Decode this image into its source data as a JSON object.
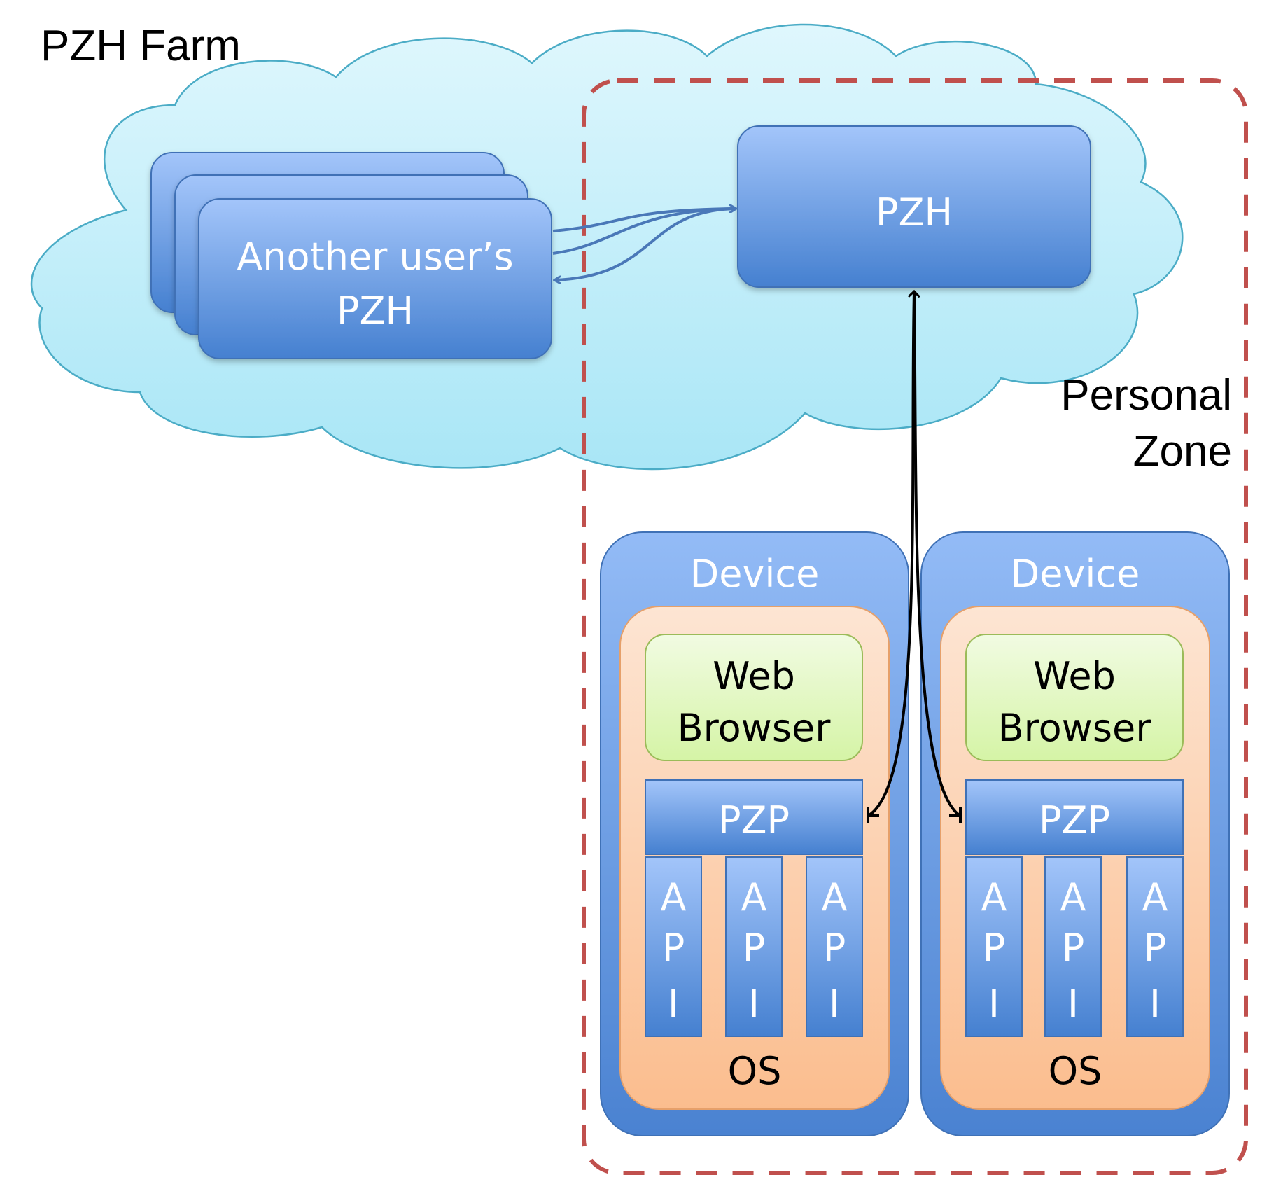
{
  "farm": {
    "title": "PZH Farm"
  },
  "other_pzh": {
    "label_line1": "Another user’s",
    "label_line2": "PZH"
  },
  "pzh": {
    "label": "PZH"
  },
  "zone": {
    "label_line1": "Personal",
    "label_line2": "Zone"
  },
  "devices": [
    {
      "title": "Device",
      "browser_line1": "Web",
      "browser_line2": "Browser",
      "pzp": "PZP",
      "api_letters": [
        "A",
        "P",
        "I"
      ],
      "os": "OS"
    },
    {
      "title": "Device",
      "browser_line1": "Web",
      "browser_line2": "Browser",
      "pzp": "PZP",
      "api_letters": [
        "A",
        "P",
        "I"
      ],
      "os": "OS"
    }
  ],
  "colors": {
    "cloud_fill": "#d4f3fb",
    "cloud_stroke": "#4bacc6",
    "box_top": "#9bbff7",
    "box_bottom": "#4a82d1",
    "zone_dash": "#c0504d",
    "os_fill": "#fbc39a",
    "browser_fill": "#e4f7c6",
    "connector": "#000000"
  }
}
